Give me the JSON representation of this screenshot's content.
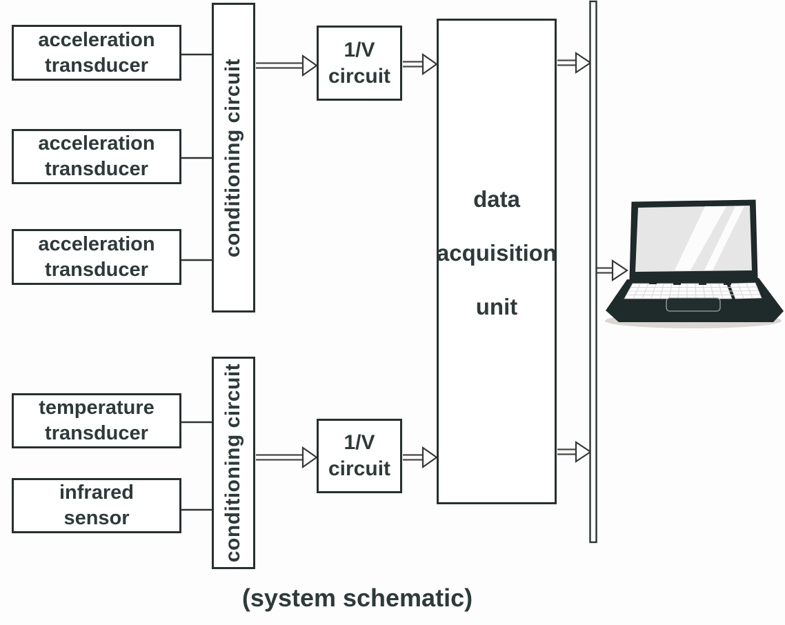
{
  "diagram": {
    "caption": "(system schematic)",
    "top_chain": {
      "sensors": [
        {
          "label": "acceleration transducer"
        },
        {
          "label": "acceleration transducer"
        },
        {
          "label": "acceleration transducer"
        }
      ],
      "conditioning_label": "conditioning circuit",
      "iv_label": "1/V circuit"
    },
    "bottom_chain": {
      "sensors": [
        {
          "label": "temperature transducer"
        },
        {
          "label": "infrared sensor"
        }
      ],
      "conditioning_label": "conditioning circuit",
      "iv_label": "1/V circuit"
    },
    "daq": {
      "lines": [
        "data",
        "acquisition",
        "unit"
      ]
    },
    "icons": {
      "laptop": "laptop-icon",
      "bus": "bus-bar",
      "arrow": "hollow-arrow-icon"
    },
    "colors": {
      "background": "#fdfdfd",
      "box_border": "#272f2f",
      "text": "#2e3a3a",
      "connector": "#2c3333",
      "arrow_shaft": "#4a4744",
      "arrow_head_outline": "#333836",
      "laptop_dark": "#1f2a2a",
      "laptop_screen": "#e7e6e6",
      "laptop_keys": "#fdfdfd"
    }
  }
}
